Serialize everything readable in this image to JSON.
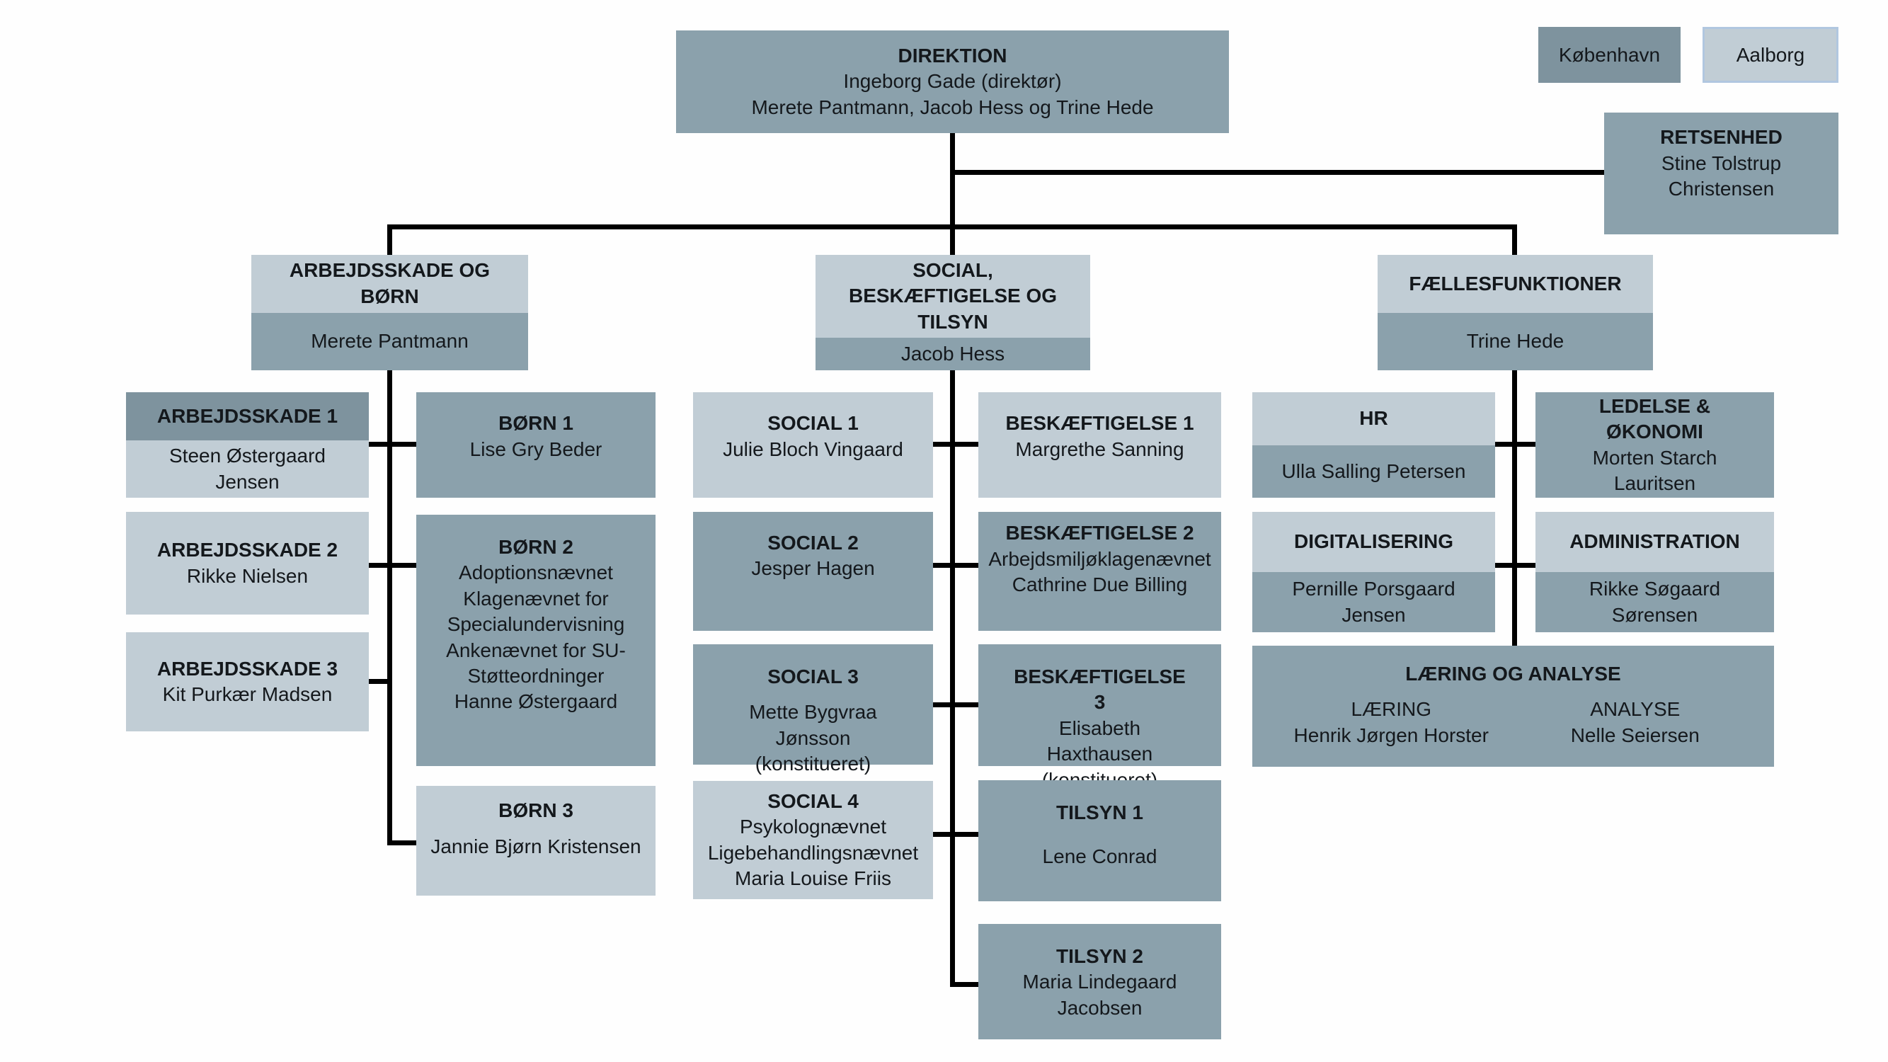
{
  "legend": {
    "kobenhavn": "København",
    "aalborg": "Aalborg"
  },
  "colors": {
    "kobenhavn_dark": "#7e939e",
    "box_mid": "#8ba1ac",
    "aalborg_light": "#c1cdd5",
    "connector": "#000000"
  },
  "direktion": {
    "title": "DIREKTION",
    "line1": "Ingeborg Gade (direktør)",
    "line2": "Merete Pantmann, Jacob Hess og Trine Hede"
  },
  "retsenhed": {
    "title": "RETSENHED",
    "name": "Stine Tolstrup Christensen"
  },
  "branch1": {
    "title": "ARBEJDSSKADE OG BØRN",
    "manager": "Merete Pantmann",
    "arbejdsskade1": {
      "title": "ARBEJDSSKADE 1",
      "name": "Steen Østergaard Jensen"
    },
    "arbejdsskade2": {
      "title": "ARBEJDSSKADE 2",
      "name": "Rikke Nielsen"
    },
    "arbejdsskade3": {
      "title": "ARBEJDSSKADE 3",
      "name": "Kit Purkær Madsen"
    },
    "born1": {
      "title": "BØRN 1",
      "name": "Lise Gry Beder"
    },
    "born2": {
      "title": "BØRN 2",
      "lines": [
        "Adoptionsnævnet",
        "Klagenævnet for Specialundervisning",
        "Ankenævnet for SU-Støtteordninger",
        "Hanne Østergaard"
      ]
    },
    "born3": {
      "title": "BØRN 3",
      "name": "Jannie Bjørn Kristensen"
    }
  },
  "branch2": {
    "title": "SOCIAL, BESKÆFTIGELSE OG TILSYN",
    "manager": "Jacob Hess",
    "social1": {
      "title": "SOCIAL 1",
      "name": "Julie Bloch Vingaard"
    },
    "social2": {
      "title": "SOCIAL 2",
      "name": "Jesper Hagen"
    },
    "social3": {
      "title": "SOCIAL 3",
      "lines": [
        "Mette Bygvraa Jønsson",
        "(konstitueret)"
      ]
    },
    "social4": {
      "title": "SOCIAL 4",
      "lines": [
        "Psykolognævnet",
        "Ligebehandlingsnævnet",
        "Maria Louise Friis"
      ]
    },
    "beskaeftigelse1": {
      "title": "BESKÆFTIGELSE 1",
      "name": "Margrethe Sanning"
    },
    "beskaeftigelse2": {
      "title": "BESKÆFTIGELSE 2",
      "lines": [
        "Arbejdsmiljøklagenævnet",
        "Cathrine Due Billing"
      ]
    },
    "beskaeftigelse3": {
      "title": "BESKÆFTIGELSE 3",
      "lines": [
        "Elisabeth Haxthausen",
        "(konstitueret)"
      ]
    },
    "tilsyn1": {
      "title": "TILSYN 1",
      "name": "Lene Conrad"
    },
    "tilsyn2": {
      "title": "TILSYN 2",
      "name": "Maria Lindegaard Jacobsen"
    }
  },
  "branch3": {
    "title": "FÆLLESFUNKTIONER",
    "manager": "Trine Hede",
    "hr": {
      "title": "HR",
      "name": "Ulla Salling Petersen"
    },
    "digitalisering": {
      "title": "DIGITALISERING",
      "name": "Pernille Porsgaard Jensen"
    },
    "ledelse_okonomi": {
      "title": "LEDELSE & ØKONOMI",
      "name": "Morten Starch Lauritsen"
    },
    "administration": {
      "title": "ADMINISTRATION",
      "name": "Rikke Søgaard Sørensen"
    },
    "laering_og_analyse": {
      "title": "LÆRING OG ANALYSE",
      "laering_label": "LÆRING",
      "laering_name": "Henrik Jørgen Horster",
      "analyse_label": "ANALYSE",
      "analyse_name": "Nelle Seiersen"
    }
  }
}
